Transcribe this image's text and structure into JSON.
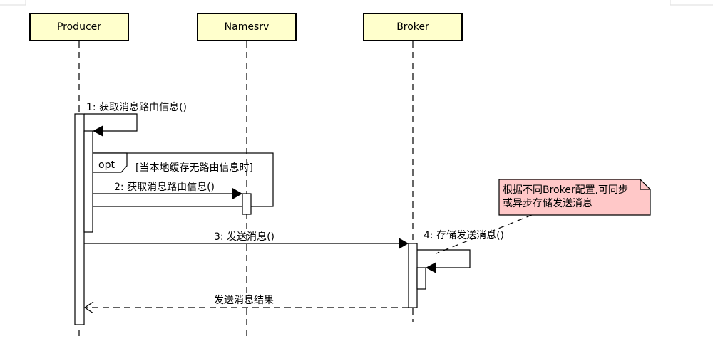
{
  "participants": [
    {
      "id": "producer",
      "label": "Producer"
    },
    {
      "id": "namesrv",
      "label": "Namesrv"
    },
    {
      "id": "broker",
      "label": "Broker"
    }
  ],
  "messages": [
    {
      "label": "1: 获取消息路由信息()",
      "kind": "self-call"
    },
    {
      "label": "2: 获取消息路由信息()",
      "kind": "sync-call"
    },
    {
      "label": "3: 发送消息()",
      "kind": "sync-call"
    },
    {
      "label": "4: 存储发送消息()",
      "kind": "self-call"
    },
    {
      "label": "发送消息结果",
      "kind": "return"
    }
  ],
  "fragment": {
    "operator": "opt",
    "guard": "[当本地缓存无路由信息时]"
  },
  "note": {
    "line1": "根据不同Broker配置,可同步",
    "line2": "或异步存储发送消息"
  },
  "colors": {
    "head_fill": "#ffffcc",
    "note_fill": "#ffc8c8",
    "line": "#000000"
  }
}
